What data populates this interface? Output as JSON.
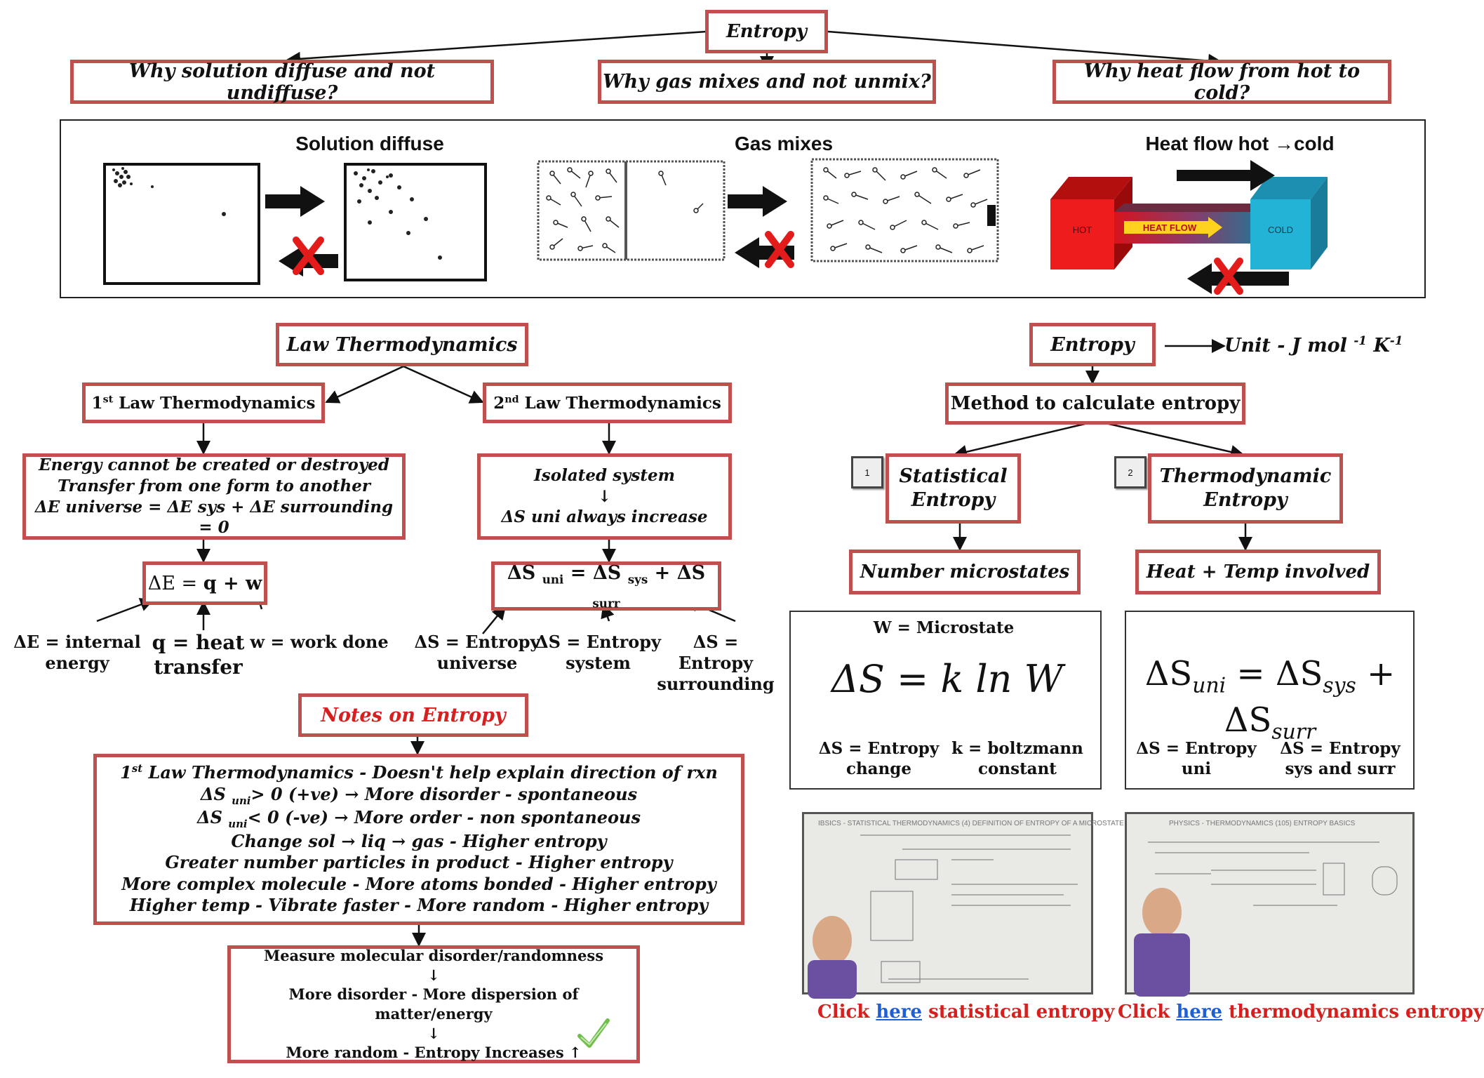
{
  "top": {
    "root": "Entropy",
    "q1": "Why solution diffuse and not undiffuse?",
    "q2": "Why  gas mixes and not unmix?",
    "q3": "Why  heat flow from hot to cold?"
  },
  "panel": {
    "solution_title": "Solution diffuse",
    "gas_title": "Gas mixes",
    "heat_title": "Heat flow hot →cold",
    "hot_label": "HOT",
    "cold_label": "COLD",
    "heat_flow_label": "HEAT FLOW"
  },
  "law": {
    "root": "Law Thermodynamics",
    "first_base": "1",
    "first_sup": "st",
    "first_rest": " Law Thermodynamics",
    "second_base": "2",
    "second_sup": "nd",
    "second_rest": " Law Thermodynamics",
    "first_desc1": "Energy cannot be created or destroyed",
    "first_desc2": "Transfer from one form to another",
    "first_desc3": "ΔE universe = ΔE sys + ΔE surrounding = 0",
    "second_desc1": "Isolated system",
    "second_desc2": "↓",
    "second_desc3": "ΔS uni always increase",
    "eq1_a": "ΔE = ",
    "eq1_b": "q + w",
    "eq2_a": "ΔS ",
    "eq2_uni": "uni",
    "eq2_b": " = ΔS ",
    "eq2_sys": "sys",
    "eq2_c": " + ΔS ",
    "eq2_surr": "surr",
    "lbl_de": "ΔE =  internal\nenergy",
    "lbl_q": "q = heat\ntransfer",
    "lbl_w": "w = work done",
    "lbl_su": "ΔS = Entropy\nuniverse",
    "lbl_ss": "ΔS = Entropy\nsystem",
    "lbl_sr": "ΔS = Entropy\nsurrounding"
  },
  "notes": {
    "title": "Notes on Entropy",
    "l1_a": "1",
    "l1_sup": "st",
    "l1_b": " Law Thermodynamics   - Doesn't help explain direction of rxn",
    "l2_a": "ΔS ",
    "l2_sub": "uni",
    "l2_b": "> 0 (+ve) → More disorder - spontaneous",
    "l3_a": "ΔS ",
    "l3_sub": "uni",
    "l3_b": "< 0  (-ve) → More order - non spontaneous",
    "l4": "Change  sol → liq → gas - Higher entropy",
    "l5": "Greater number particles in product - Higher entropy",
    "l6": "More complex molecule - More atoms bonded - Higher entropy",
    "l7": "Higher temp - Vibrate faster - More random - Higher entropy",
    "m1": "Measure molecular disorder/randomness",
    "m2": "↓",
    "m3": "More disorder - More dispersion of matter/energy",
    "m4": "↓",
    "m5": "More random - Entropy Increases ↑"
  },
  "entropy": {
    "root": "Entropy",
    "unit_a": "Unit - J mol ",
    "unit_sup1": "-1",
    "unit_b": " K",
    "unit_sup2": "-1",
    "method": "Method to calculate entropy",
    "n1": "1",
    "n2": "2",
    "stat": "Statistical\nEntropy",
    "thermo": "Thermodynamic\nEntropy",
    "micro": "Number microstates",
    "heat": "Heat + Temp involved",
    "w_label": "W = Microstate",
    "eq_stat": "ΔS = k ln W",
    "ds_change": "ΔS = Entropy\nchange",
    "k_label": "k = boltzmann\nconstant",
    "eq_th_a": "ΔS",
    "eq_th_uni": "uni",
    "eq_th_b": " = ΔS",
    "eq_th_sys": "sys",
    "eq_th_c": " + ΔS",
    "eq_th_surr": "surr",
    "ds_uni": "ΔS = Entropy\nuni",
    "ds_sys": "ΔS = Entropy\nsys and surr"
  },
  "videos": {
    "v1_heading": "IBSICS - STATISTICAL THERMODYNAMICS (4) DEFINITION OF ENTROPY OF A MICROSTATE",
    "v2_heading": "PHYSICS - THERMODYNAMICS (105) ENTROPY BASICS",
    "link1_a": "Click  ",
    "link1_here": "here",
    "link1_b": " statistical entropy",
    "link2_a": "Click  ",
    "link2_here": "here",
    "link2_b": " thermodynamics entropy"
  },
  "colors": {
    "box_border": "#c0504d",
    "red_text": "#d61f1f",
    "link_blue": "#1f5fd6",
    "hot": "#ee1c1c",
    "cold": "#23b3d6"
  }
}
